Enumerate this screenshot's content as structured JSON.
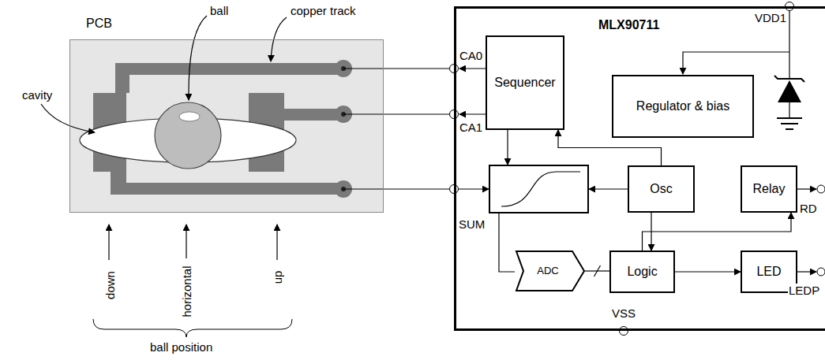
{
  "diagram": {
    "nodes": [
      {
        "text": [
          "PCB"
        ]
      },
      {
        "text": [
          "MLX90711"
        ]
      },
      {
        "text": [
          "Sequencer"
        ],
        "in": 1
      },
      {
        "text": [
          "Regulator & bias"
        ],
        "in": 1
      },
      {
        "text": [
          "Osc"
        ],
        "in": 1
      },
      {
        "text": [
          "Relay"
        ],
        "in": 1
      },
      {
        "text": [
          "ADC"
        ],
        "in": 1
      },
      {
        "text": [
          "Logic"
        ],
        "in": 1
      },
      {
        "text": [
          "LED"
        ],
        "in": 1
      }
    ],
    "edges": [
      {
        "from": 4,
        "to": 2,
        "arrow": "to"
      },
      {
        "from": 4,
        "to": 7,
        "arrow": "to"
      },
      {
        "from": 6,
        "to": 7,
        "arrow": "none"
      },
      {
        "from": 7,
        "to": 5,
        "arrow": "to"
      },
      {
        "from": 7,
        "to": 8,
        "arrow": "to"
      }
    ],
    "labels": [
      "ball",
      "copper track",
      "cavity",
      "down",
      "horizontal",
      "up",
      "ball position",
      "CA0",
      "CA1",
      "SUM",
      "VSS",
      "VDD1",
      "RD",
      "LEDP"
    ]
  }
}
